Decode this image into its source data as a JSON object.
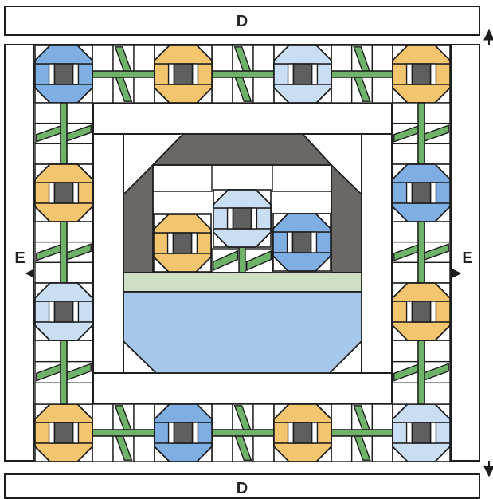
{
  "labels": {
    "top_strip": "D",
    "bottom_strip": "D",
    "left_side": "E",
    "right_side": "E"
  },
  "colors": {
    "outline": "#1e1e1e",
    "background": "#ffffff",
    "yellow": "#f4c56f",
    "blue": "#7faee3",
    "light_blue": "#c9def2",
    "center_dark": "#5f5f5f",
    "basket": "#a6c7ea",
    "basket_rim": "#cfdfc6",
    "handle": "#6a6765",
    "stem": "#6fb26a",
    "leaf": "#6fb26a"
  },
  "border_flowers": {
    "top": [
      "blue",
      "yellow",
      "light_blue",
      "yellow"
    ],
    "bottom": [
      "yellow",
      "blue",
      "yellow",
      "light_blue"
    ],
    "left_middle": [
      "yellow",
      "light_blue"
    ],
    "right_middle": [
      "blue",
      "yellow"
    ]
  },
  "basket_flowers": [
    "yellow",
    "light_blue",
    "blue"
  ]
}
